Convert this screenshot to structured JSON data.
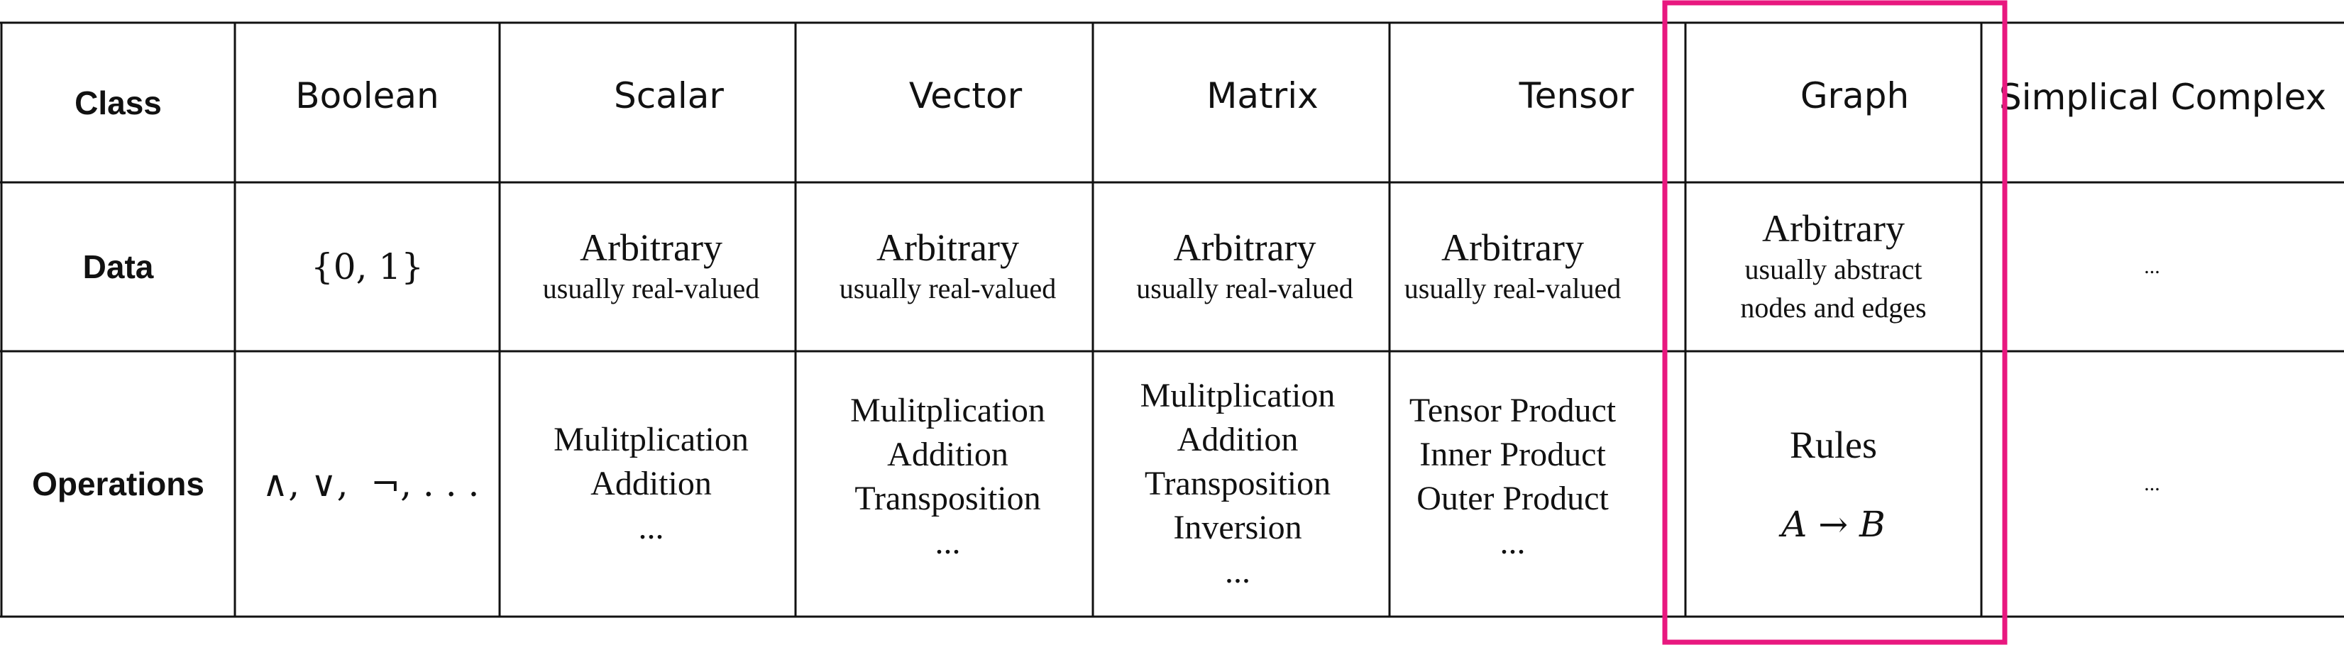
{
  "headers": {
    "class_label": "Class",
    "columns": [
      "Boolean",
      "Scalar",
      "Vector",
      "Matrix",
      "Tensor",
      "Graph",
      "Simplical Complex"
    ]
  },
  "data_row": {
    "label": "Data",
    "boolean": "{0, 1}",
    "scalar": {
      "main": "Arbitrary",
      "sub": "usually real-valued"
    },
    "vector": {
      "main": "Arbitrary",
      "sub": "usually real-valued"
    },
    "matrix": {
      "main": "Arbitrary",
      "sub": "usually real-valued"
    },
    "tensor": {
      "main": "Arbitrary",
      "sub": "usually real-valued"
    },
    "graph": {
      "main": "Arbitrary",
      "sub1": "usually abstract",
      "sub2": "nodes and edges"
    },
    "simplical": "..."
  },
  "operations_row": {
    "label": "Operations",
    "boolean": "∧, ∨,  ¬, . . .",
    "scalar": [
      "Mulitplication",
      "Addition",
      "..."
    ],
    "vector": [
      "Mulitplication",
      "Addition",
      "Transposition",
      "..."
    ],
    "matrix": [
      "Mulitplication",
      "Addition",
      "Transposition",
      "Inversion",
      "..."
    ],
    "tensor": [
      "Tensor Product",
      "Inner Product",
      "Outer Product",
      "..."
    ],
    "graph": {
      "rules": "Rules",
      "formula": "A → B"
    },
    "simplical": "..."
  },
  "colors": {
    "grid_line": "#111111",
    "highlight": "#e8187f"
  }
}
